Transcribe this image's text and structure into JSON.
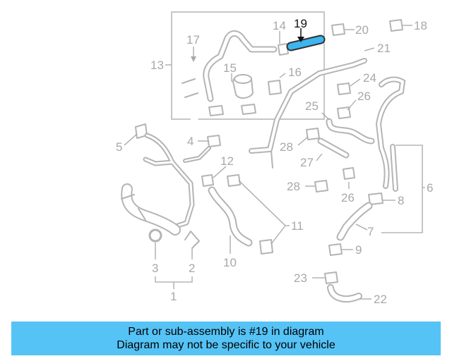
{
  "highlight_color": "#3db6f0",
  "banner_color": "#55c3f5",
  "callouts": {
    "n1": "1",
    "n2": "2",
    "n3": "3",
    "n4": "4",
    "n5": "5",
    "n6": "6",
    "n7": "7",
    "n8": "8",
    "n9": "9",
    "n10": "10",
    "n11": "11",
    "n12": "12",
    "n13": "13",
    "n14": "14",
    "n15": "15",
    "n16": "16",
    "n17": "17",
    "n18": "18",
    "n19": "19",
    "n20": "20",
    "n21": "21",
    "n22": "22",
    "n23": "23",
    "n24": "24",
    "n25": "25",
    "n26": "26",
    "n27": "27",
    "n28a": "28",
    "n28b": "28"
  },
  "banner": {
    "line1": "Part or sub-assembly is #19 in diagram",
    "line2": "Diagram may not be specific to your vehicle"
  }
}
